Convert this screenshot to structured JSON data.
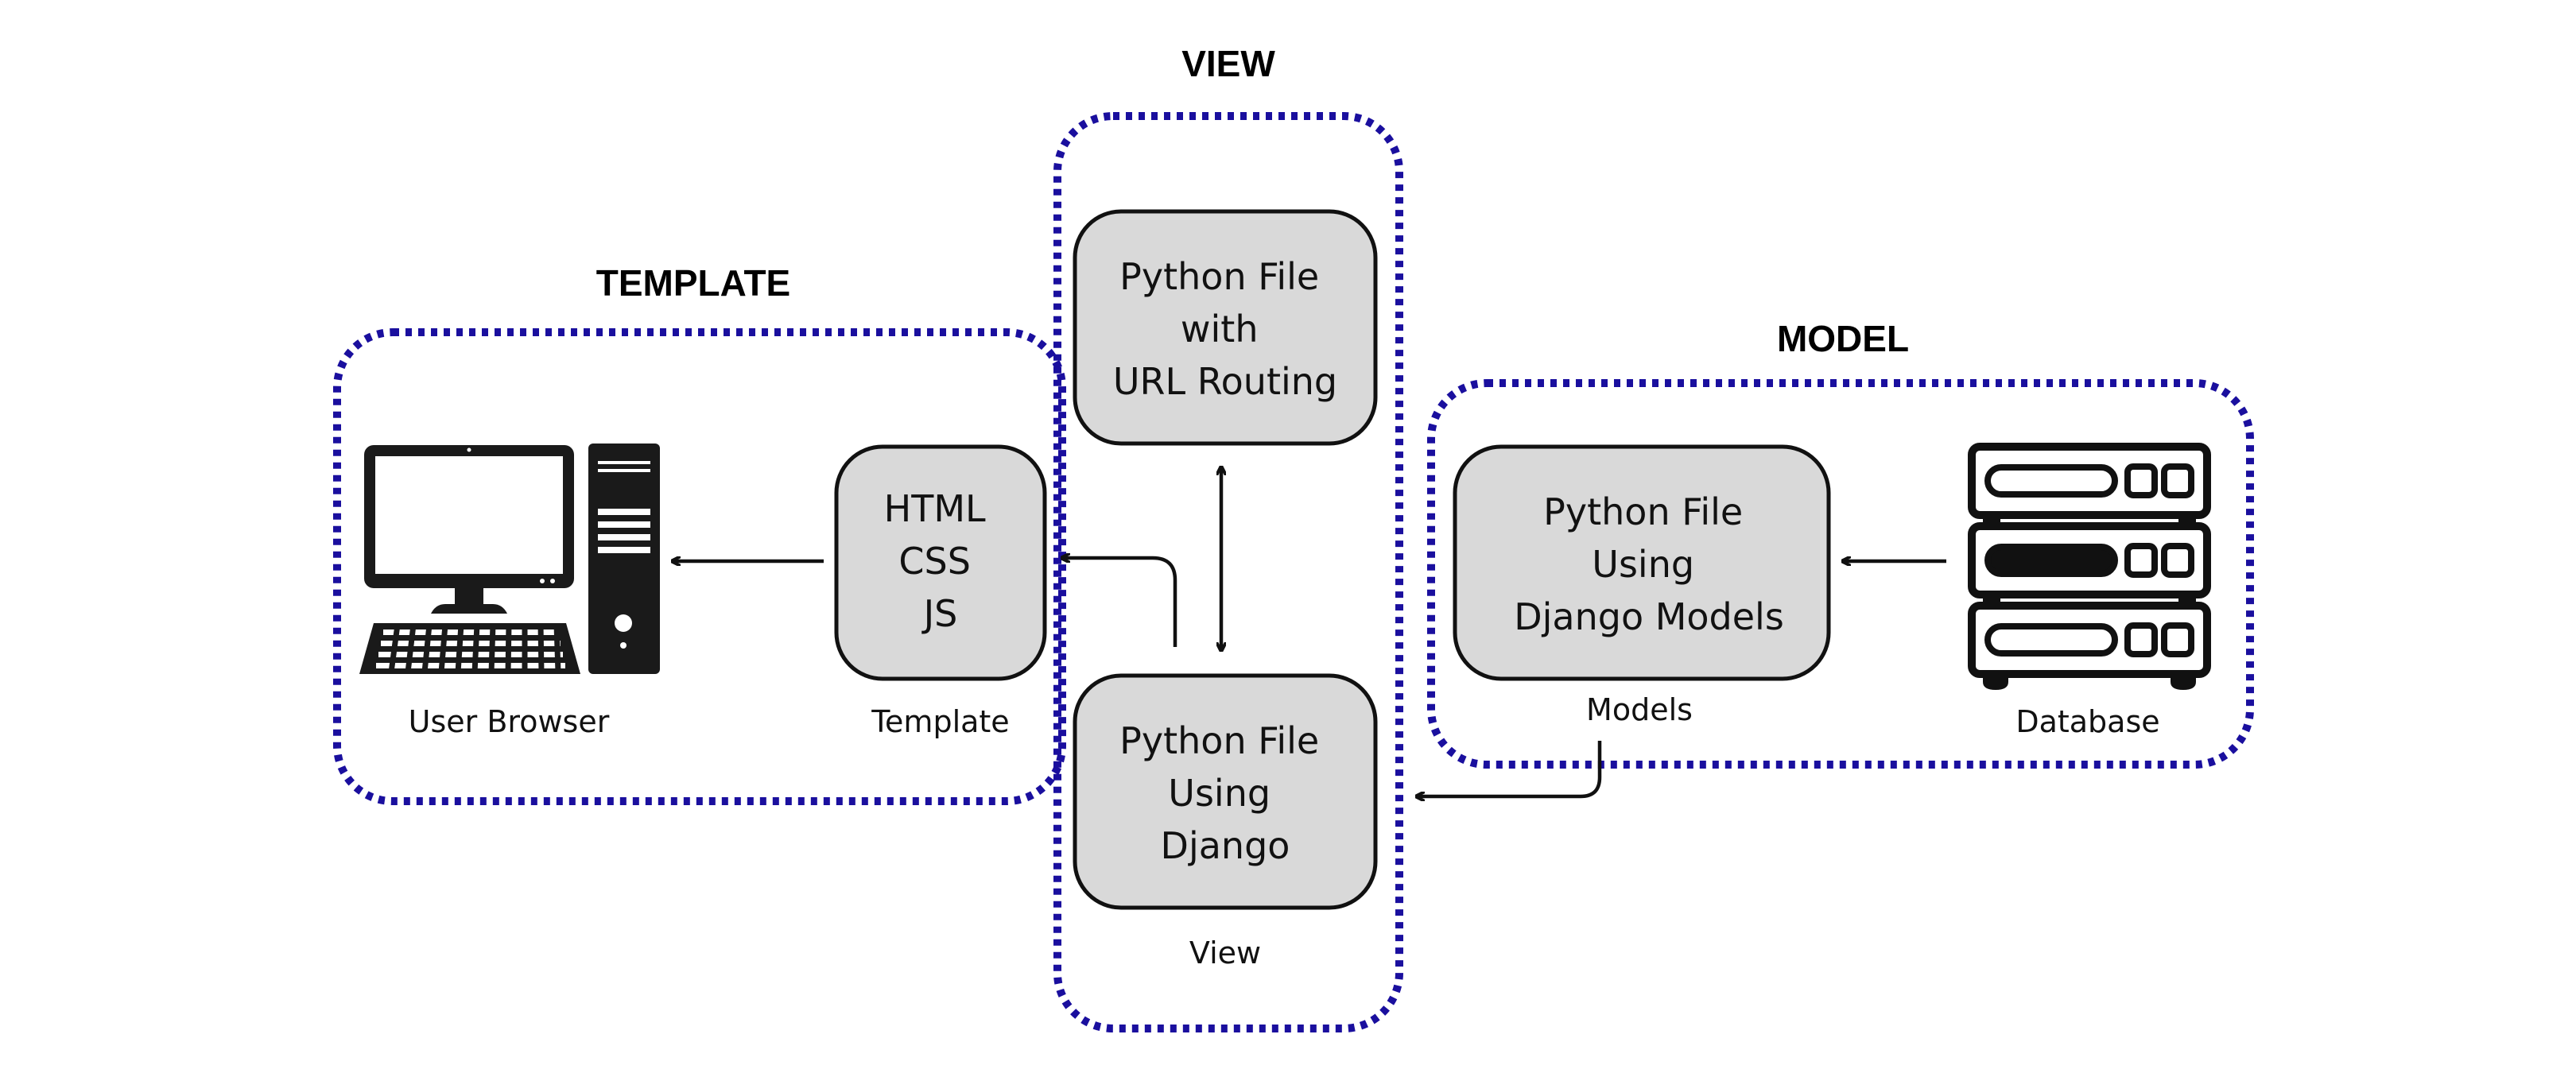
{
  "groups": {
    "template": {
      "title": "TEMPLATE"
    },
    "view": {
      "title": "VIEW"
    },
    "model": {
      "title": "MODEL"
    }
  },
  "nodes": {
    "url_routing": {
      "lines": [
        "Python File",
        "with",
        "URL Routing"
      ]
    },
    "html_css_js": {
      "lines": [
        "HTML",
        "CSS",
        "JS"
      ]
    },
    "django_view": {
      "lines": [
        "Python File",
        "Using",
        "Django"
      ]
    },
    "django_models": {
      "lines": [
        "Python File",
        "Using",
        "Django Models"
      ]
    }
  },
  "captions": {
    "user_browser": "User Browser",
    "template": "Template",
    "view": "View",
    "models": "Models",
    "database": "Database"
  },
  "icons": {
    "user_browser": "desktop-computer-icon",
    "database": "server-rack-icon"
  },
  "colors": {
    "group_border": "#1a0f9e",
    "node_fill": "#d9d9d9",
    "line": "#111111"
  }
}
